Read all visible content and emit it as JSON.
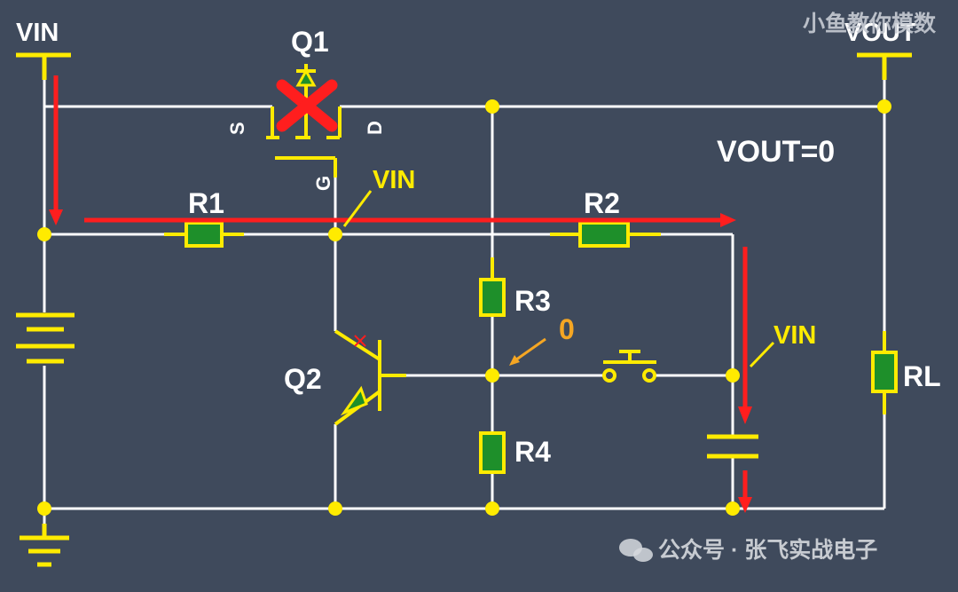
{
  "labels": {
    "vin_top": "VIN",
    "vout_top": "VOUT",
    "q1": "Q1",
    "source_pin": "S",
    "drain_pin": "D",
    "gate_pin": "G",
    "vout_eq": "VOUT=0",
    "r1": "R1",
    "r2": "R2",
    "vin_gate": "VIN",
    "r3": "R3",
    "zero": "0",
    "q2": "Q2",
    "vin_cap": "VIN",
    "r4": "R4",
    "rl": "RL",
    "watermark_top": "小鱼教你模数",
    "watermark_bottom": "公众号 · 张飞实战电子"
  },
  "colors": {
    "background": "#3f4a5c",
    "wire": "#ffffff",
    "component": "#ffeb00",
    "resistor_fill": "#1e8f2a",
    "arrow": "#ff1e1e",
    "annotation": "#f5a623",
    "label": "#ffffff"
  },
  "icons": [
    "ground-icon",
    "battery-icon",
    "mosfet-icon",
    "npn-transistor-icon",
    "push-button-icon",
    "capacitor-icon",
    "wechat-icon"
  ]
}
